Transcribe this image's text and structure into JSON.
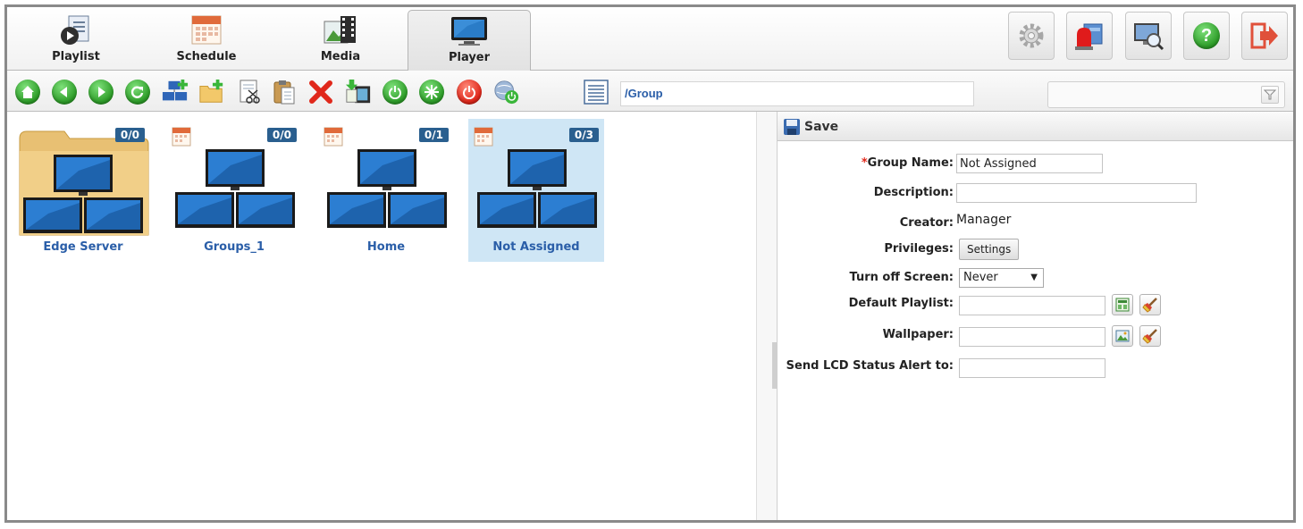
{
  "tabs": [
    {
      "label": "Playlist",
      "icon": "playlist-icon"
    },
    {
      "label": "Schedule",
      "icon": "schedule-icon"
    },
    {
      "label": "Media",
      "icon": "media-icon"
    },
    {
      "label": "Player",
      "icon": "player-icon",
      "active": true
    }
  ],
  "top_buttons": [
    "settings-gear-icon",
    "alarm-light-icon",
    "monitor-search-icon",
    "help-icon",
    "logout-icon"
  ],
  "toolbar": {
    "icons": [
      "home-icon",
      "back-icon",
      "forward-icon",
      "refresh-icon",
      "add-player-icon",
      "new-folder-icon",
      "cut-icon",
      "paste-icon",
      "delete-icon",
      "deploy-media-icon",
      "power-settings-icon",
      "start-icon",
      "power-off-icon",
      "network-power-icon",
      "list-view-icon"
    ],
    "path": "/Group"
  },
  "groups": [
    {
      "name": "Edge Server",
      "count": "0/0",
      "kind": "folder"
    },
    {
      "name": "Groups_1",
      "count": "0/0",
      "kind": "group"
    },
    {
      "name": "Home",
      "count": "0/1",
      "kind": "group"
    },
    {
      "name": "Not Assigned",
      "count": "0/3",
      "kind": "group",
      "selected": true
    }
  ],
  "form": {
    "save_label": "Save",
    "required_mark": "*",
    "group_name_label": "Group Name:",
    "group_name_value": "Not Assigned",
    "description_label": "Description:",
    "description_value": "",
    "creator_label": "Creator:",
    "creator_value": "Manager",
    "privileges_label": "Privileges:",
    "settings_button": "Settings",
    "turn_off_label": "Turn off Screen:",
    "turn_off_value": "Never",
    "default_playlist_label": "Default Playlist:",
    "default_playlist_value": "",
    "wallpaper_label": "Wallpaper:",
    "wallpaper_value": "",
    "lcd_alert_label": "Send LCD Status Alert to:",
    "lcd_alert_value": ""
  },
  "colors": {
    "link_blue": "#2a5ea8",
    "selection": "#cfe6f5",
    "count_badge": "#2a5f8f",
    "required": "#e0281b"
  }
}
